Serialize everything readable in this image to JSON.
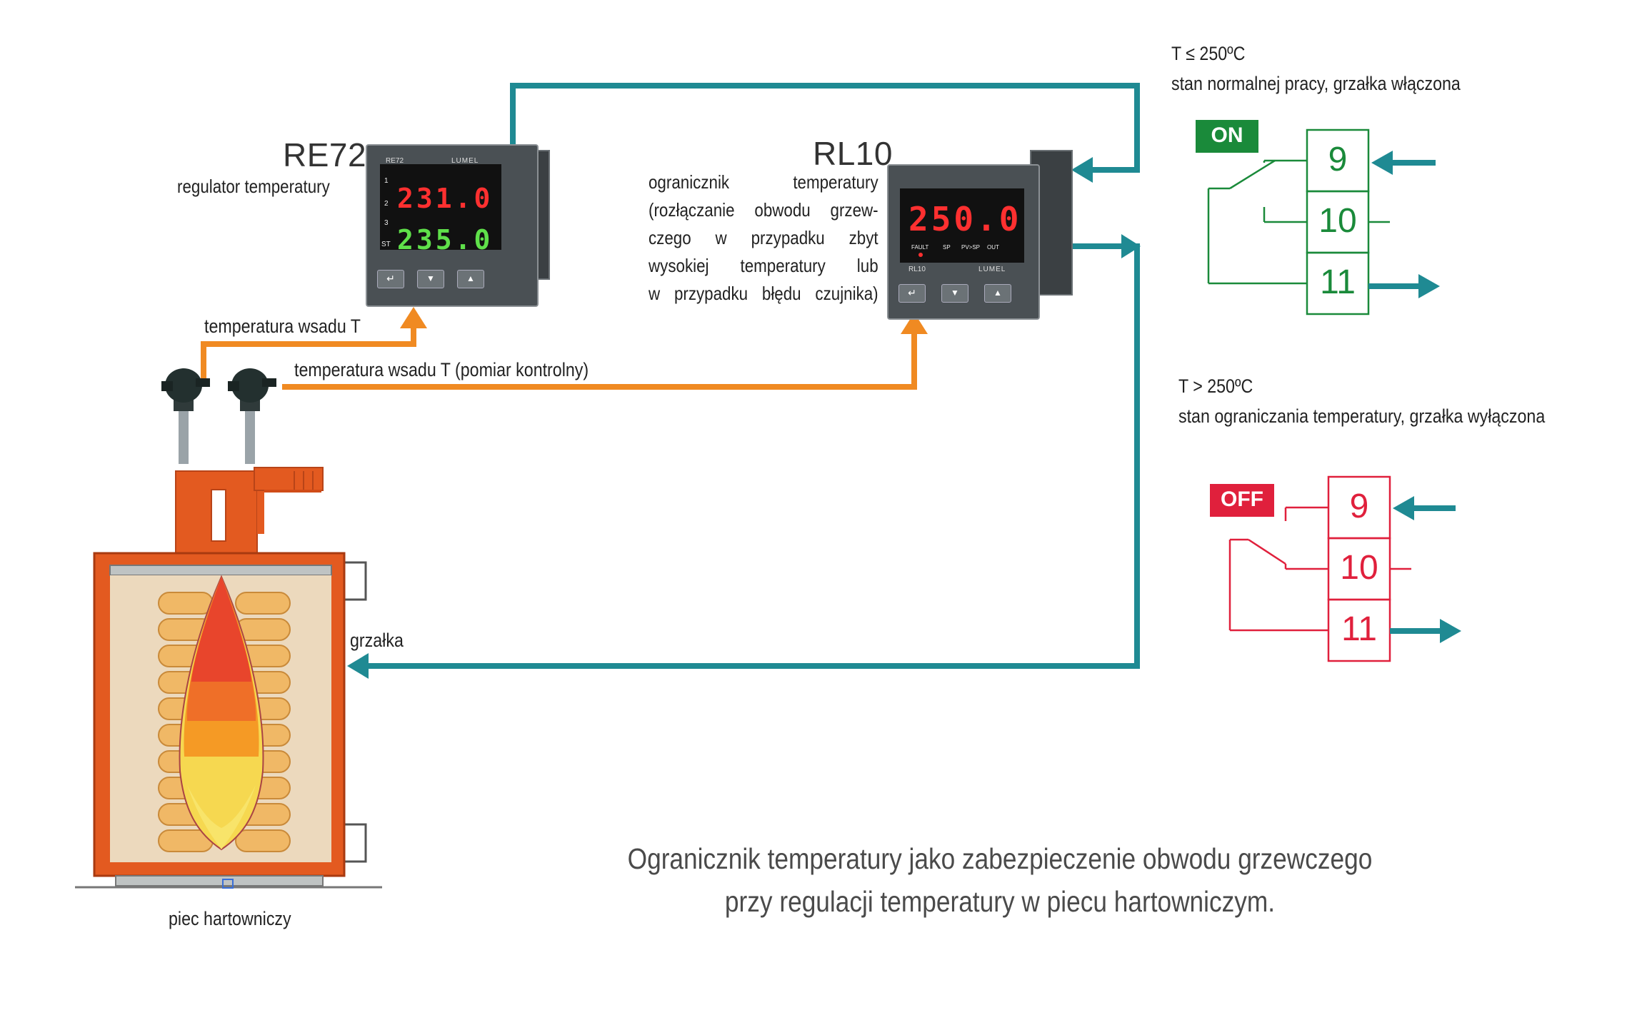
{
  "controller": {
    "title": "RE72",
    "subtitle": "regulator temperatury",
    "display_top": "231.0",
    "display_bottom": "235.0",
    "brand": "LUMEL",
    "model_label": "RE72",
    "row_labels": [
      "1",
      "2",
      "3",
      "ST"
    ]
  },
  "limiter": {
    "title": "RL10",
    "desc_lines": [
      "ogranicznik temperatury",
      "(rozłączanie obwodu grzew-",
      "czego w przypadku zbyt",
      "wysokiej temperatury lub",
      "w przypadku błędu czujnika)"
    ],
    "display": "250.0",
    "brand": "LUMEL",
    "model_label": "RL10",
    "indicator_labels": [
      "FAULT",
      "SP",
      "PV>SP",
      "OUT"
    ]
  },
  "signals": {
    "main_sensor": "temperatura wsadu T",
    "control_sensor": "temperatura wsadu T (pomiar kontrolny)",
    "heater": "grzałka"
  },
  "furnace": {
    "label": "piec hartowniczy"
  },
  "state_on": {
    "condition": "T ≤ 250ºC",
    "description": "stan normalnej pracy, grzałka włączona",
    "badge": "ON",
    "terminals": [
      "9",
      "10",
      "11"
    ],
    "color": "#1a8a3a"
  },
  "state_off": {
    "condition": "T > 250ºC",
    "description": "stan ograniczania temperatury, grzałka wyłączona",
    "badge": "OFF",
    "terminals": [
      "9",
      "10",
      "11"
    ],
    "color": "#e0203c"
  },
  "caption": {
    "line1": "Ogranicznik temperatury jako zabezpieczenie obwodu grzewczego",
    "line2": "przy regulacji temperatury w piecu hartowniczym."
  },
  "colors": {
    "signal_wire": "#f08a22",
    "power_wire": "#1f8a93",
    "furnace": "#e35a20",
    "display_red": "#ff3030",
    "display_green": "#5fe04a"
  }
}
